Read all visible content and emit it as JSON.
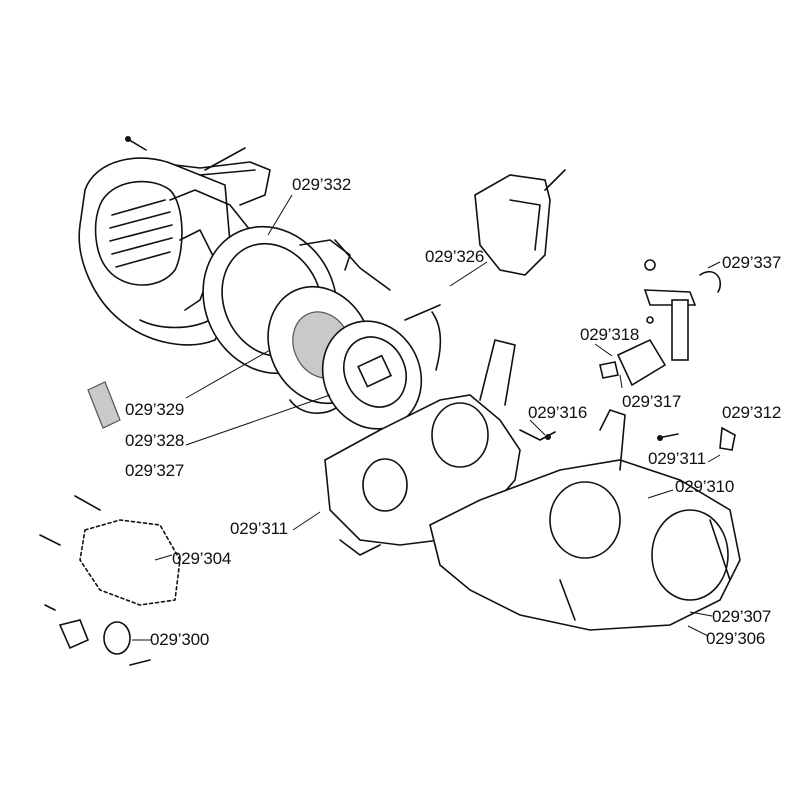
{
  "labels": {
    "p332": "029’332",
    "p326": "029’326",
    "p337": "029’337",
    "p318": "029’318",
    "p317": "029’317",
    "p316": "029’316",
    "p312": "029’312",
    "p311a": "029’311",
    "p310": "029’310",
    "p329": "029’329",
    "p328": "029’328",
    "p327": "029’327",
    "p311b": "029’311",
    "p304": "029’304",
    "p300": "029’300",
    "p307": "029’307",
    "p306": "029’306"
  }
}
